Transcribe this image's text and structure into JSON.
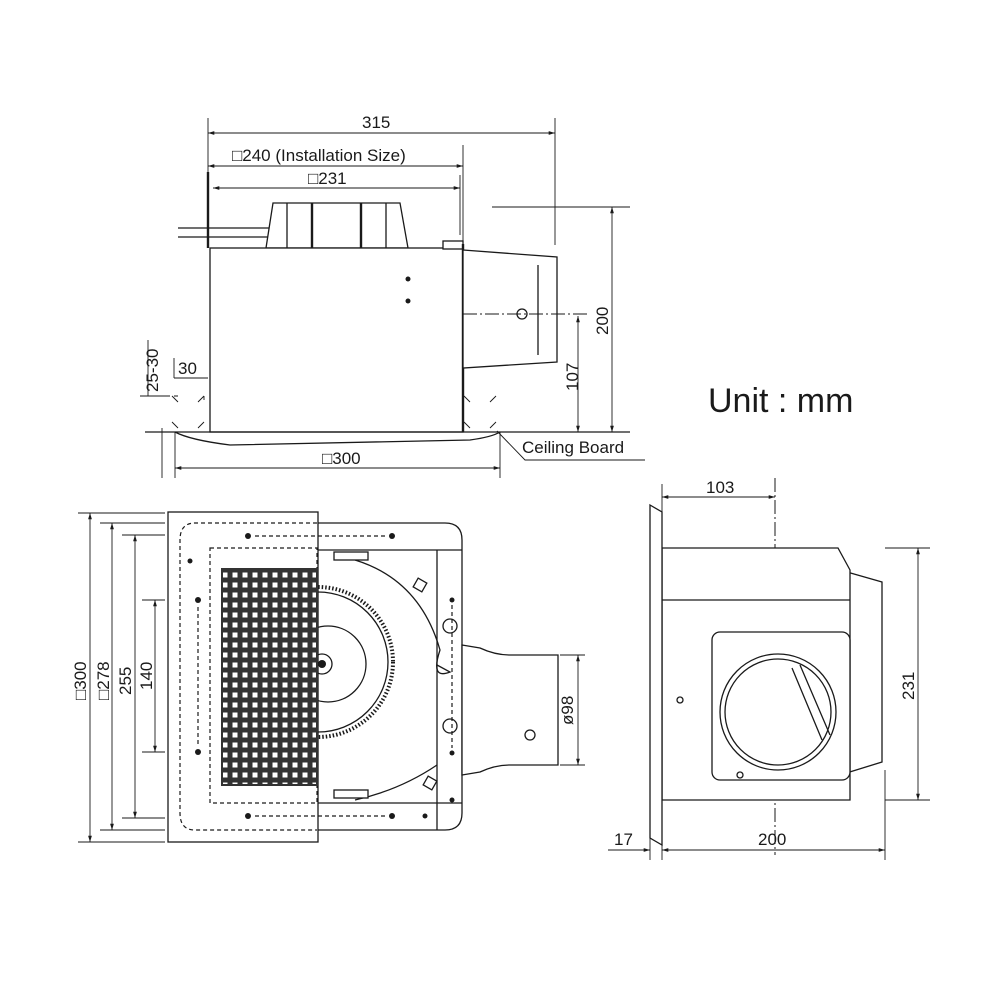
{
  "title": "Unit : mm",
  "top_view": {
    "overall_width": "315",
    "installation_size": "□240 (Installation Size)",
    "body_width": "□231",
    "height": "200",
    "duct_center_height": "107",
    "ceiling_gap": "25-30",
    "flange": "30",
    "panel_width": "□300",
    "ceiling_board_label": "Ceiling Board"
  },
  "bottom_view": {
    "panel": "□300",
    "body": "□278",
    "inner": "255",
    "grille": "140",
    "duct_diameter": "ø98"
  },
  "side_view": {
    "duct_offset": "103",
    "height": "231",
    "depth": "200",
    "flange": "17"
  }
}
